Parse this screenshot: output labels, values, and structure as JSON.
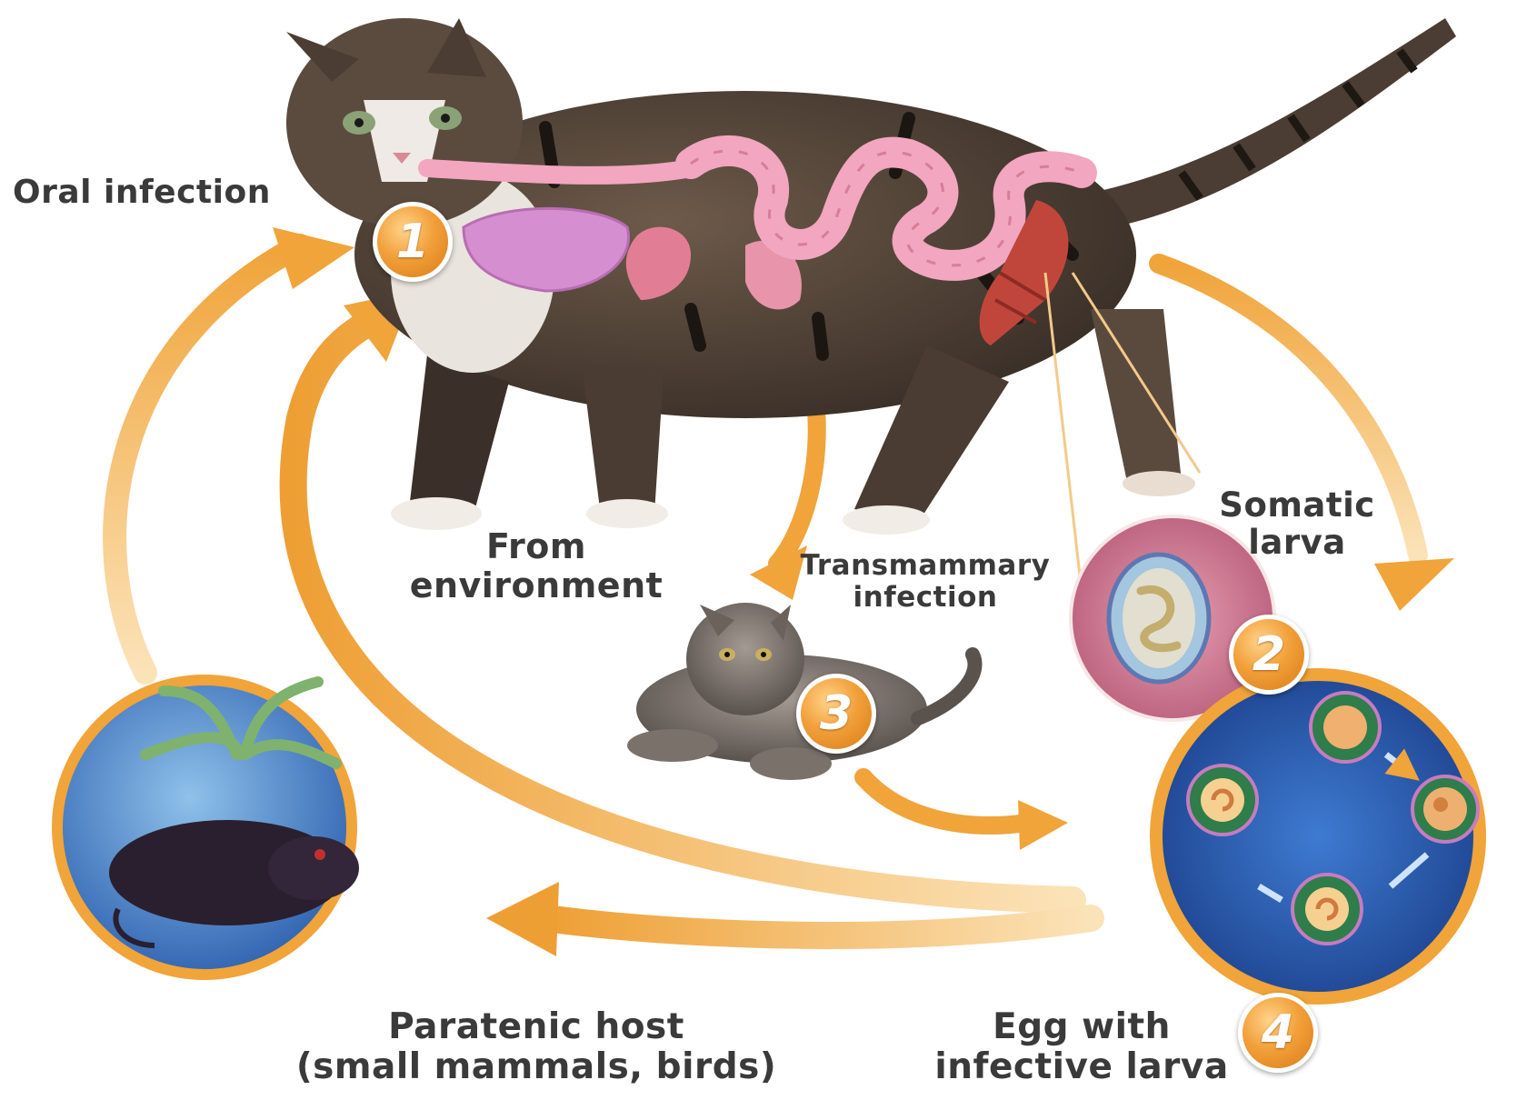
{
  "labels": {
    "oral_infection": "Oral infection",
    "from_environment": [
      "From",
      "environment"
    ],
    "transmammary": [
      "Transmammary",
      "infection"
    ],
    "somatic_larva": [
      "Somatic",
      "larva"
    ],
    "paratenic_host": [
      "Paratenic host",
      "(small mammals, birds)"
    ],
    "egg": [
      "Egg with",
      "infective larva"
    ]
  },
  "badges": [
    "1",
    "2",
    "3",
    "4"
  ],
  "icons": {
    "adult": "adult-cat-icon",
    "kitten": "kitten-icon",
    "mouse": "mouse-icon",
    "larva": "somatic-larva-icon",
    "eggs": "egg-development-icon"
  },
  "colors": {
    "arrow": "#f0a43a",
    "badge": "#f2a03b",
    "organs": "#f2a6bf",
    "circle_blue": "#2f67b8",
    "label_text": "#3a3a3a"
  }
}
